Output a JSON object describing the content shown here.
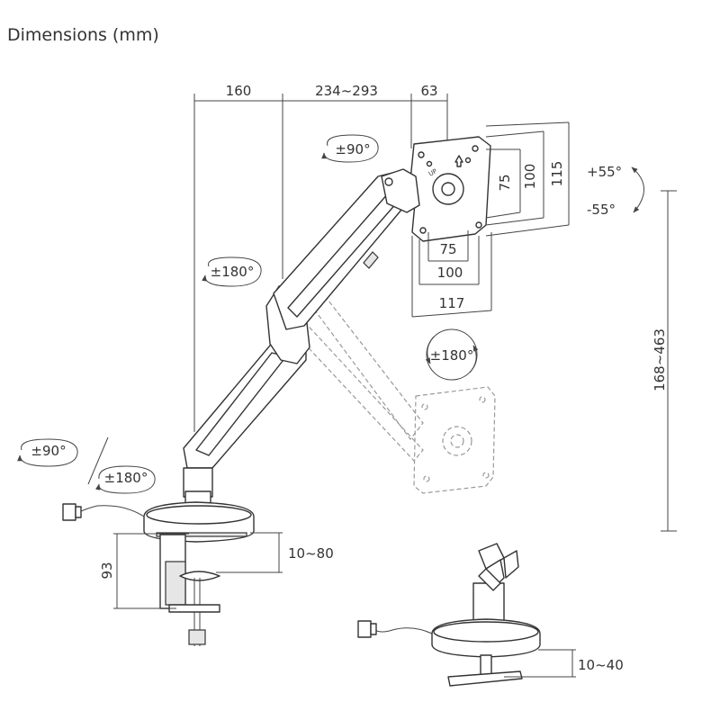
{
  "title": "Dimensions (mm)",
  "dimensions": {
    "reach_base": "160",
    "reach_arm": "234~293",
    "reach_head": "63",
    "plate_h_75": "75",
    "plate_h_100": "100",
    "plate_h_115": "115",
    "plate_w_75": "75",
    "plate_w_100": "100",
    "plate_w_117": "117",
    "height_range": "168~463",
    "clamp_height": "93",
    "clamp_range": "10~80",
    "grommet_range": "10~40"
  },
  "angles": {
    "head_swivel": "±90°",
    "tilt_up": "+55°",
    "tilt_down": "-55°",
    "arm_rotate": "±180°",
    "vesa_rotate": "±180°",
    "base_swivel": "±90°",
    "base_rotate": "±180°"
  }
}
